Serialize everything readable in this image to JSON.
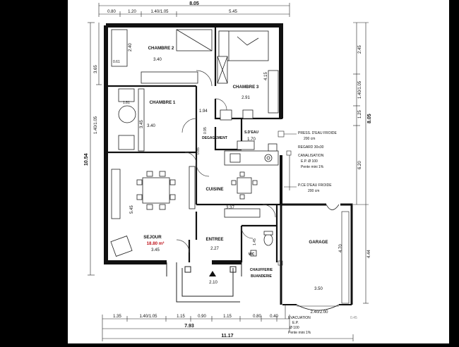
{
  "rooms": {
    "chambre2": {
      "name": "CHAMBRE 2",
      "dims": [
        "3.40",
        "2.40",
        "0.61"
      ]
    },
    "chambre3": {
      "name": "CHAMBRE 3",
      "dims": [
        "2.91",
        "4.15"
      ]
    },
    "chambre1": {
      "name": "CHAMBRE 1",
      "dims": [
        "3.40",
        "3.45",
        "1.81"
      ]
    },
    "degagement": {
      "name": "DEGAGEMENT",
      "dims": [
        "1.94",
        "0.95",
        "0.85"
      ]
    },
    "sdeau": {
      "name": "S.D'EAU",
      "dims": [
        "1.70"
      ]
    },
    "cuisine": {
      "name": "CUISINE",
      "dims": [
        "3.37"
      ]
    },
    "sejour": {
      "name": "SEJOUR",
      "area": "18.80 m²",
      "dims": [
        "3.45",
        "5.45"
      ]
    },
    "entree": {
      "name": "ENTREE",
      "dims": [
        "2.27",
        "1.45"
      ]
    },
    "wc": {
      "name": "WC"
    },
    "garage": {
      "name": "GARAGE",
      "dims": [
        "3.50",
        "4.70"
      ]
    },
    "chaufferie": {
      "name": "CHAUFFERIE",
      "sub": "BUANDERIE"
    }
  },
  "annotations": {
    "press1": [
      "PRESS. D'EAU FROIDE",
      "200 cm"
    ],
    "regard": "REGARD 30x30",
    "canalisation": [
      "CANALISATION",
      "E.P. Ø 100",
      "Pente mini 1%"
    ],
    "press2": [
      "P.CE D'EAU FROIDE",
      "200 cm"
    ],
    "evacuation": [
      "EVACUATION",
      "E.P.",
      "Ø 100",
      "Pente mini 1%"
    ],
    "porch": "2.10",
    "garage_door": "2.40/2.00"
  },
  "dims": {
    "top_total": "8.05",
    "top": [
      "0.80",
      "1.20",
      "1.40/1.05",
      "5.45"
    ],
    "right_total": "8.05",
    "right": [
      "2.45",
      "1.40/1.05",
      "1.25",
      "6.20"
    ],
    "right_far": "4.44",
    "left_total": "10.54",
    "left": [
      "3.65",
      "1.40/1.05"
    ],
    "bottom": [
      "1.35",
      "1.40/1.05",
      "1.15",
      "0.90",
      "1.15",
      "0.80",
      "0.40"
    ],
    "bottom_sub": "7.93",
    "bottom_total": "11.17",
    "bottom_far": "0.45"
  }
}
